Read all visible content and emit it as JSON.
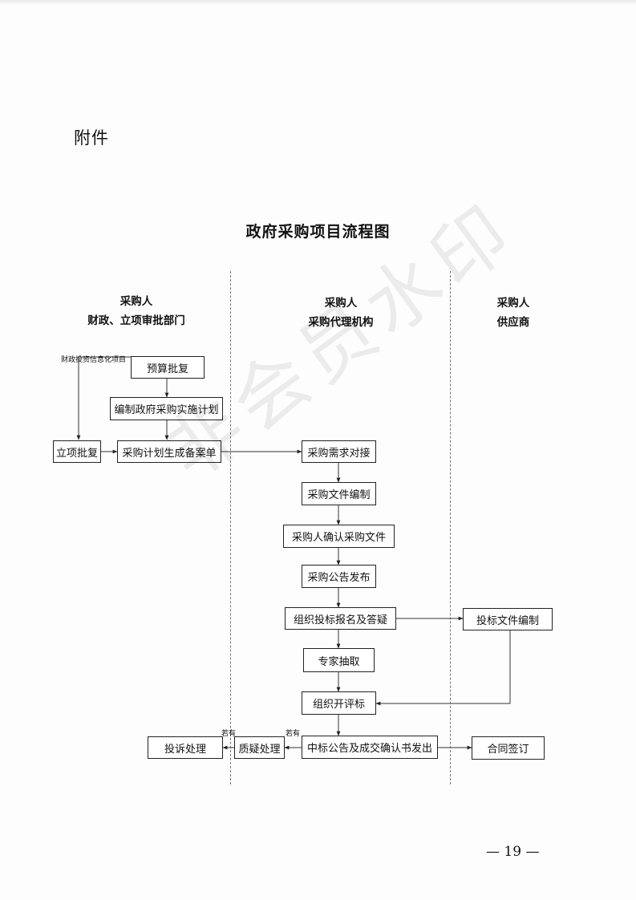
{
  "attachment_label": "附件",
  "title": "政府采购项目流程图",
  "columns": [
    {
      "line1": "采购人",
      "line2": "财政、立项审批部门"
    },
    {
      "line1": "采购人",
      "line2": "采购代理机构"
    },
    {
      "line1": "采购人",
      "line2": "供应商"
    }
  ],
  "nodes": {
    "budget_approval": "预算批复",
    "compile_plan": "编制政府采购实施计划",
    "project_approval": "立项批复",
    "plan_filing": "采购计划生成备案单",
    "requirement_docking": "采购需求对接",
    "doc_compilation": "采购文件编制",
    "purchaser_confirm": "采购人确认采购文件",
    "announcement": "采购公告发布",
    "registration_qa": "组织投标报名及答疑",
    "bid_docs": "投标文件编制",
    "expert_selection": "专家抽取",
    "bid_evaluation": "组织开评标",
    "award_notice": "中标公告及成交确认书发出",
    "contract": "合同签订",
    "query_handling": "质疑处理",
    "complaint_handling": "投诉处理"
  },
  "notes": {
    "it_project": "财政投资信息化项目",
    "if_any_1": "若有",
    "if_any_2": "若有"
  },
  "watermark": "非会员水印",
  "page_number": "— 19 —"
}
